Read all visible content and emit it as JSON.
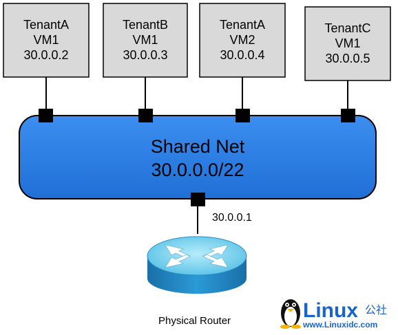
{
  "vms": [
    {
      "tenant": "TenantA",
      "vm": "VM1",
      "ip": "30.0.0.2"
    },
    {
      "tenant": "TenantB",
      "vm": "VM1",
      "ip": "30.0.0.3"
    },
    {
      "tenant": "TenantA",
      "vm": "VM2",
      "ip": "30.0.0.4"
    },
    {
      "tenant": "TenantC",
      "vm": "VM1",
      "ip": "30.0.0.5"
    }
  ],
  "network": {
    "name": "Shared Net",
    "cidr": "30.0.0.0/22"
  },
  "router": {
    "ip": "30.0.0.1",
    "label": "Physical Router"
  },
  "watermark": {
    "brand": "Linux",
    "brand_cn": "公社",
    "url": "www.Linuxidc.com"
  },
  "colors": {
    "vm_fill": "#d9d9d9",
    "network_fill": "#2f7fe0",
    "router_top": "#7fd6ee",
    "router_side": "#1e86c2",
    "watermark_blue": "#1a63c9"
  }
}
